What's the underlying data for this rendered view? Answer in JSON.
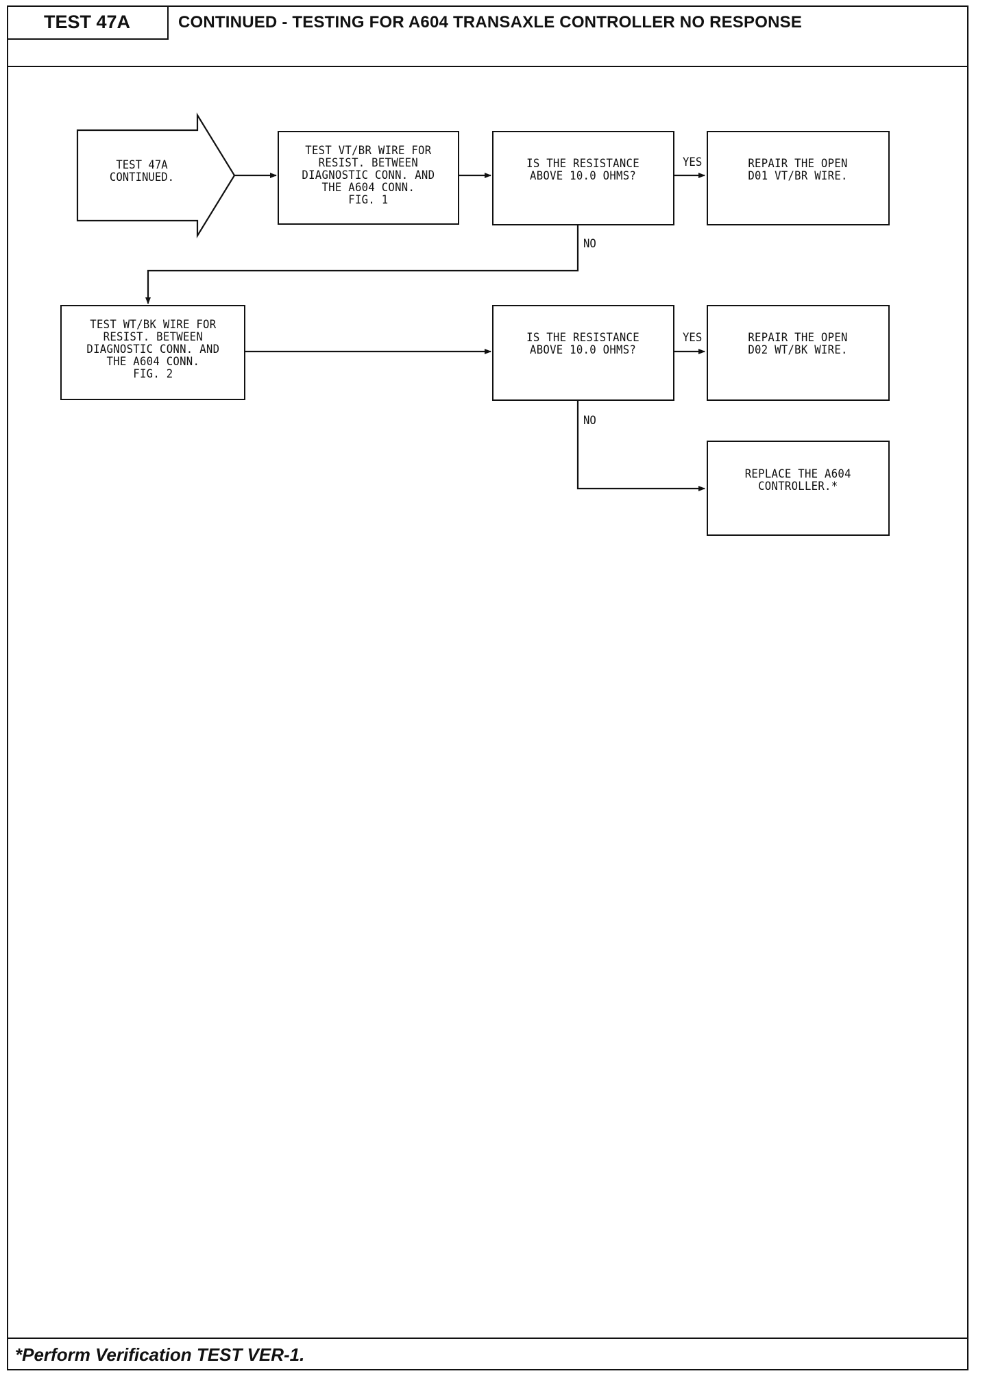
{
  "header": {
    "test_id": "TEST 47A",
    "title": "CONTINUED - TESTING FOR A604 TRANSAXLE CONTROLLER NO RESPONSE"
  },
  "flowchart": {
    "start": "TEST 47A\nCONTINUED.",
    "step1": "TEST VT/BR WIRE FOR\nRESIST. BETWEEN\nDIAGNOSTIC CONN. AND\nTHE A604 CONN.\nFIG. 1",
    "decision1": "IS THE RESISTANCE\nABOVE 10.0 OHMS?",
    "result1": "REPAIR THE OPEN\nD01 VT/BR WIRE.",
    "step2": "TEST WT/BK WIRE FOR\nRESIST. BETWEEN\nDIAGNOSTIC CONN. AND\nTHE A604 CONN.\nFIG. 2",
    "decision2": "IS THE RESISTANCE\nABOVE 10.0 OHMS?",
    "result2": "REPAIR THE OPEN\nD02 WT/BK WIRE.",
    "result3": "REPLACE THE A604\nCONTROLLER.*",
    "yes_label": "YES",
    "no_label": "NO"
  },
  "footer": {
    "note": "*Perform Verification TEST VER-1."
  }
}
